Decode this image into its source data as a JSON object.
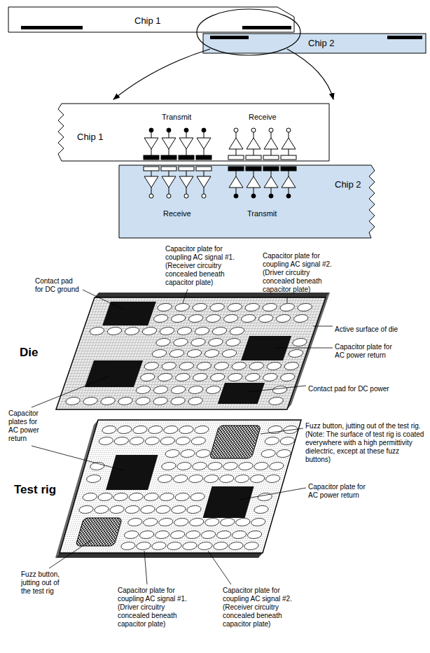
{
  "diagram": {
    "nodes": [
      {
        "text": [
          "Chip 1"
        ]
      },
      {
        "text": [
          "Chip 2"
        ]
      },
      {
        "text": [
          "Transmit",
          "Receive",
          "Chip 1"
        ]
      },
      {
        "text": [
          "Chip 2",
          "Receive",
          "Transmit"
        ]
      }
    ],
    "labels": [
      "Capacitor plate for coupling AC signal #1. (Receiver circuitry concealed beneath capacitor plate)",
      "Capacitor plate for coupling AC signal #2. (Driver circuitry concealed beneath capacitor plate)",
      "Contact pad for DC ground",
      "Active surface of die",
      "Capacitor plate for AC power return",
      "Die",
      "Contact pad for DC power",
      "Capacitor plates for AC power return",
      "Fuzz button, jutting out of the test rig. (Note: The surface of test rig is coated everywhere with a high permittivity dielectric, except at these fuzz buttons)",
      "Test rig",
      "Capacitor plate for AC power return",
      "Fuzz button, jutting out of the test rig",
      "Capacitor plate for coupling AC signal #1. (Driver circuitry concealed beneath capacitor plate)",
      "Capacitor plate for coupling AC signal #2. (Receiver circuitry concealed beneath capacitor plate)"
    ]
  }
}
